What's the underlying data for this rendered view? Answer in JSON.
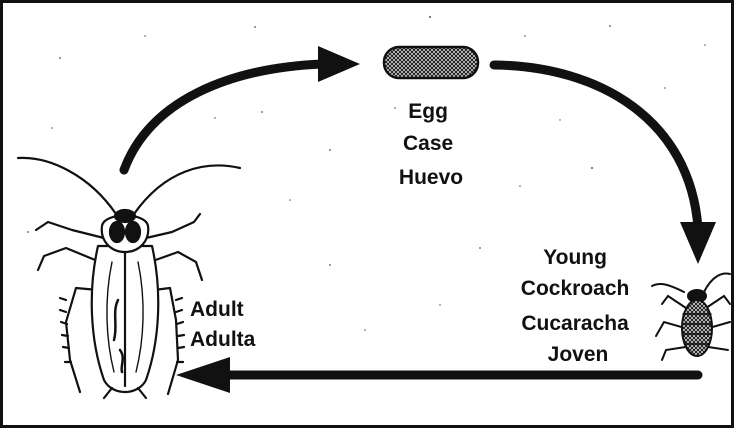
{
  "diagram": {
    "egg_stage": {
      "lines": [
        "Egg",
        "Case",
        "Huevo"
      ]
    },
    "young_stage": {
      "lines": [
        "Young",
        "Cockroach",
        "Cucaracha",
        "Joven"
      ]
    },
    "adult_stage": {
      "lines": [
        "Adult",
        "Adulta"
      ]
    },
    "colors": {
      "ink": "#111111",
      "background": "#ffffff"
    },
    "icons": [
      "egg-case-icon",
      "young-cockroach-icon",
      "adult-cockroach-icon",
      "arrow-icon"
    ]
  }
}
